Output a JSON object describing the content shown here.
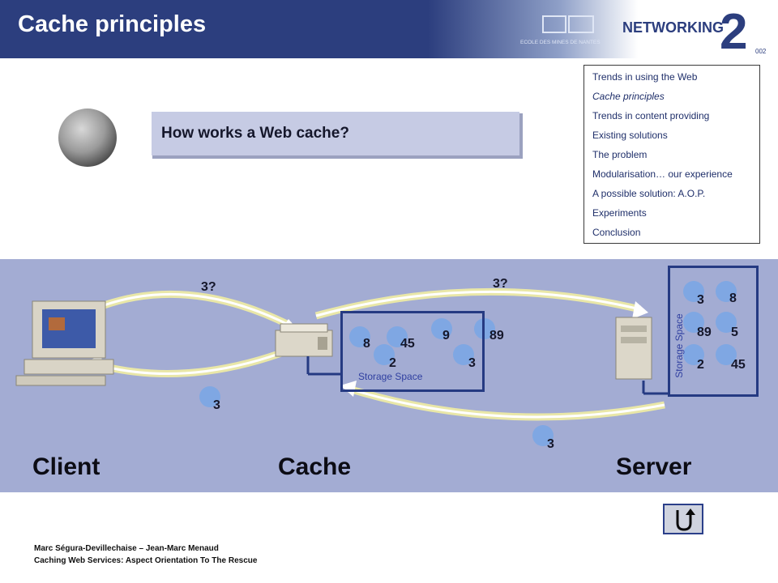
{
  "header": {
    "title": "Cache principles",
    "logo_left_caption": "ECOLE DES MINES DE NANTES",
    "logo_right_text": "NETWORKING",
    "logo_right_number": "2",
    "logo_right_sub": "002"
  },
  "toc": {
    "items": [
      "Trends in using the Web",
      "Cache principles",
      "Trends in content providing",
      "Existing solutions",
      "The problem",
      "Modularisation… our experience",
      "A possible solution: A.O.P.",
      "Experiments",
      "Conclusion"
    ]
  },
  "question": "How works a Web cache?",
  "diagram": {
    "request_client_cache": "3?",
    "request_cache_server": "3?",
    "response_cache_client": "3",
    "response_server_cache": "3",
    "cache_storage": {
      "label": "Storage Space",
      "values": [
        "8",
        "45",
        "2",
        "9",
        "3",
        "89"
      ]
    },
    "server_storage": {
      "label": "Storage Space",
      "values": [
        "3",
        "8",
        "89",
        "5",
        "2",
        "45"
      ]
    },
    "labels": {
      "client": "Client",
      "cache": "Cache",
      "server": "Server"
    }
  },
  "footer": {
    "authors": "Marc Ségura-Devillechaise – Jean-Marc Menaud",
    "talk_title": "Caching Web Services: Aspect Orientation To The Rescue"
  },
  "colors": {
    "header": "#2c3e7e",
    "diagram_bg": "#a3acd3",
    "ball": "#7fa7e3",
    "storage_border": "#253a82"
  }
}
